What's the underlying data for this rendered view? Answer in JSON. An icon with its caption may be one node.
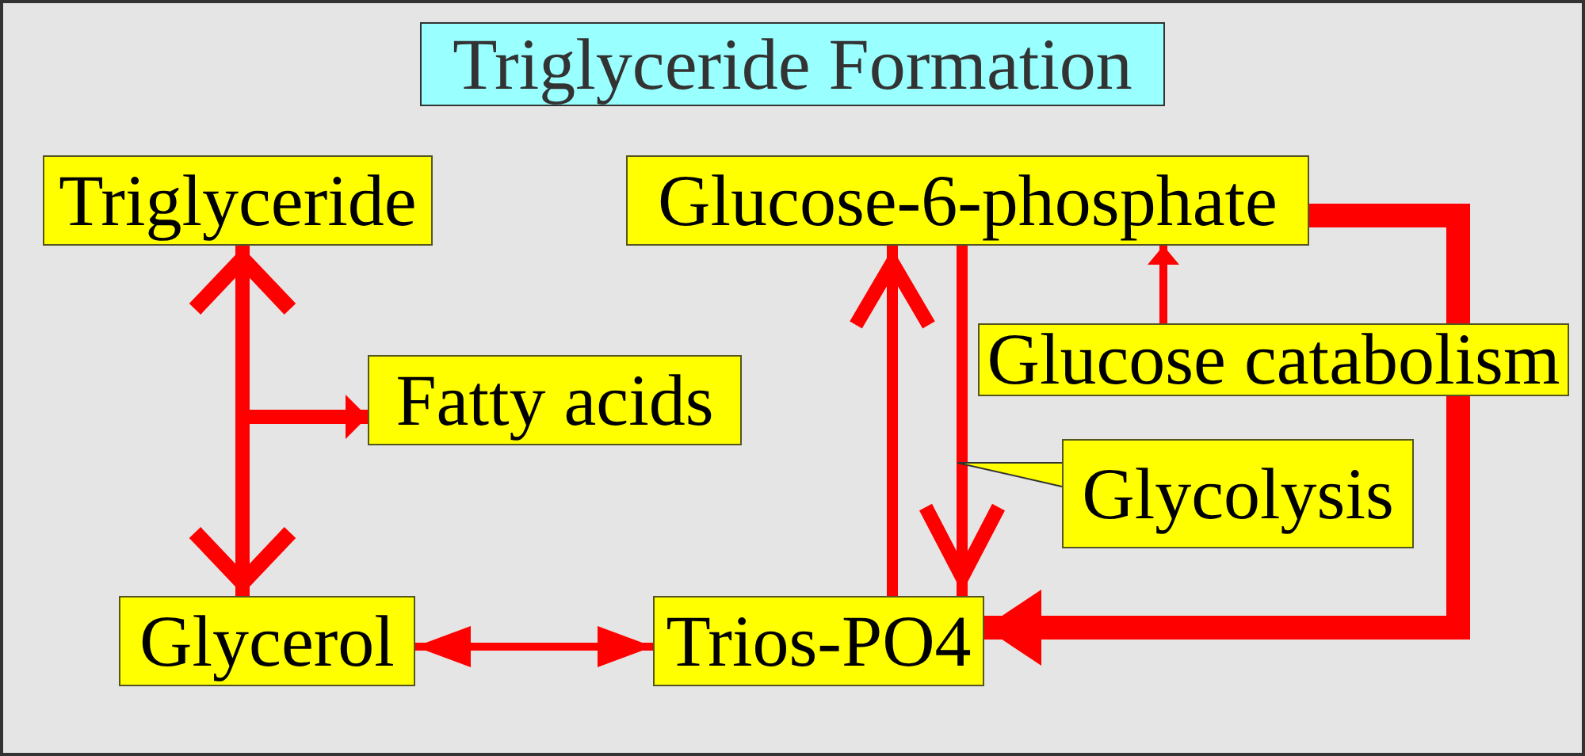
{
  "diagram": {
    "title": "Triglyceride Formation",
    "nodes": [
      {
        "text": [
          "Triglyceride"
        ]
      },
      {
        "text": [
          "Glucose-6-phosphate"
        ]
      },
      {
        "text": [
          "Fatty acids"
        ]
      },
      {
        "text": [
          "Glucose catabolism"
        ]
      },
      {
        "text": [
          "Glycolysis"
        ]
      },
      {
        "text": [
          "Glycerol"
        ]
      },
      {
        "text": [
          "Trios-PO4"
        ]
      }
    ],
    "edges": [
      {
        "from": 0,
        "to": 5,
        "arrow": "both"
      },
      {
        "from": 0,
        "to": 2,
        "arrow": "both"
      },
      {
        "from": 5,
        "to": 6,
        "arrow": "both"
      },
      {
        "from": 6,
        "to": 1,
        "arrow": "to"
      },
      {
        "from": 1,
        "to": 6,
        "arrow": "to"
      },
      {
        "from": 3,
        "to": 1,
        "arrow": "to"
      },
      {
        "from": 1,
        "to": 3,
        "arrow": "none",
        "style": "thick"
      },
      {
        "from": 3,
        "to": 6,
        "arrow": "to",
        "style": "thick"
      },
      {
        "from": 4,
        "to": null,
        "arrow": "none",
        "color": "#333333"
      }
    ]
  }
}
